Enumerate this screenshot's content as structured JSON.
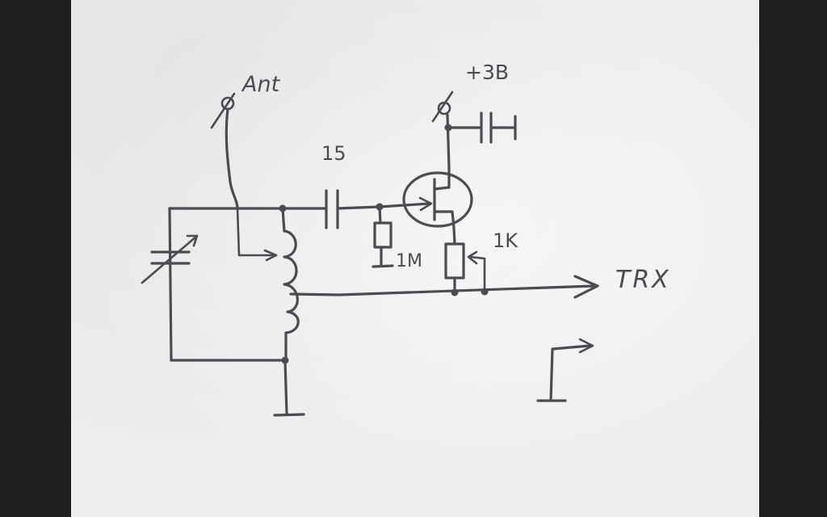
{
  "labels": {
    "antenna": "Ant",
    "supply": "+3B",
    "capacitor": "15",
    "gate_resistor": "1M",
    "source_resistor": "1K",
    "output": "TRX"
  }
}
